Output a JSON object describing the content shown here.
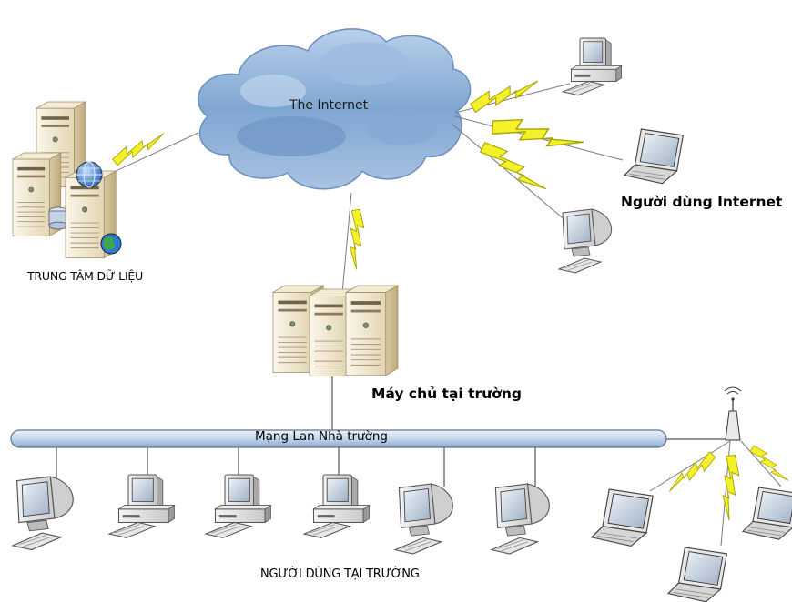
{
  "labels": {
    "cloud": "The Internet",
    "data_center": "TRUNG TÂM DỮ LIỆU",
    "internet_users": "Người dùng Internet",
    "campus_server": "Máy chủ tại trường",
    "lan": "Mạng Lan Nhà trường",
    "campus_users": "NGƯỜI DÙNG TẠI TRƯỜNG"
  },
  "colors": {
    "cloud_fill": "#8fb3d9",
    "lightning": "#f2f22a",
    "lan_bar": "#c9d9ec",
    "server_beige": "#eadfc4"
  },
  "icons": [
    "cloud-icon",
    "server-rack-icon",
    "globe-icon",
    "database-icon",
    "desktop-computer-icon",
    "crt-monitor-icon",
    "laptop-icon",
    "wireless-access-point-icon",
    "lightning-link-icon"
  ]
}
